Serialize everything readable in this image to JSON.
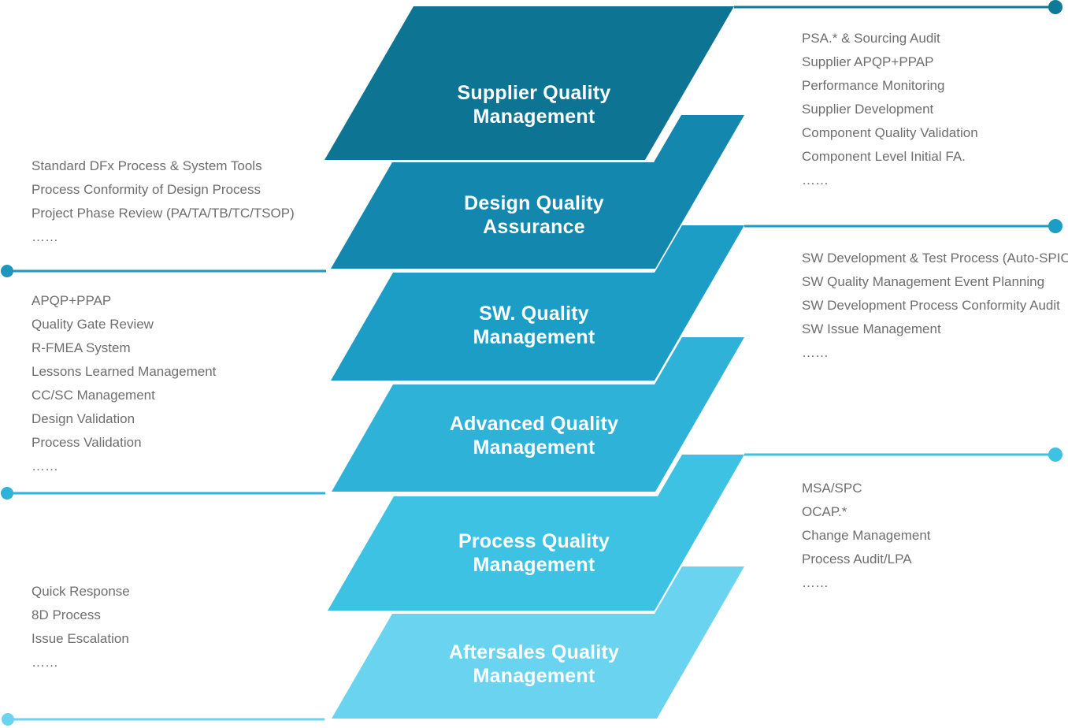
{
  "colors": {
    "background": "#ffffff",
    "label_white": "#ffffff",
    "text_gray": "#6e6e6e"
  },
  "bands": [
    {
      "label": "Supplier Quality\nManagement",
      "color": "#0e7494"
    },
    {
      "label": "Design Quality\nAssurance",
      "color": "#1387ae"
    },
    {
      "label": "SW. Quality\nManagement",
      "color": "#1b9dc5"
    },
    {
      "label": "Advanced Quality\nManagement",
      "color": "#2fb2d8"
    },
    {
      "label": "Process Quality\nManagement",
      "color": "#3dc2e4"
    },
    {
      "label": "Aftersales Quality\nManagement",
      "color": "#69d3f0"
    }
  ],
  "connectors": [
    {
      "id": "right-top",
      "color": "#0f7998"
    },
    {
      "id": "right-middle",
      "color": "#1b9dc5"
    },
    {
      "id": "right-bottom",
      "color": "#3dc2e4"
    },
    {
      "id": "left-top",
      "color": "#1e96bc"
    },
    {
      "id": "left-middle",
      "color": "#2fb2d8"
    },
    {
      "id": "left-bottom",
      "color": "#69d3f0"
    }
  ],
  "side_lists": [
    {
      "side": "right",
      "items": [
        "PSA.* & Sourcing Audit",
        "Supplier APQP+PPAP",
        "Performance Monitoring",
        "Supplier Development",
        "Component Quality Validation",
        "Component Level Initial FA.",
        "……"
      ]
    },
    {
      "side": "left",
      "items": [
        "Standard DFx Process & System Tools",
        "Process Conformity of Design Process",
        "Project Phase Review (PA/TA/TB/TC/TSOP)",
        "……"
      ]
    },
    {
      "side": "right",
      "items": [
        "SW Development & Test Process (Auto-SPICE)",
        "SW Quality Management Event Planning",
        "SW Development Process Conformity Audit",
        "SW Issue Management",
        "……"
      ]
    },
    {
      "side": "left",
      "items": [
        "APQP+PPAP",
        "Quality Gate Review",
        "R-FMEA System",
        "Lessons Learned Management",
        "CC/SC Management",
        "Design Validation",
        "Process Validation",
        "……"
      ]
    },
    {
      "side": "right",
      "items": [
        "MSA/SPC",
        "OCAP.*",
        "Change Management",
        "Process Audit/LPA",
        "……"
      ]
    },
    {
      "side": "left",
      "items": [
        "Quick Response",
        "8D Process",
        "Issue Escalation",
        "……"
      ]
    }
  ]
}
